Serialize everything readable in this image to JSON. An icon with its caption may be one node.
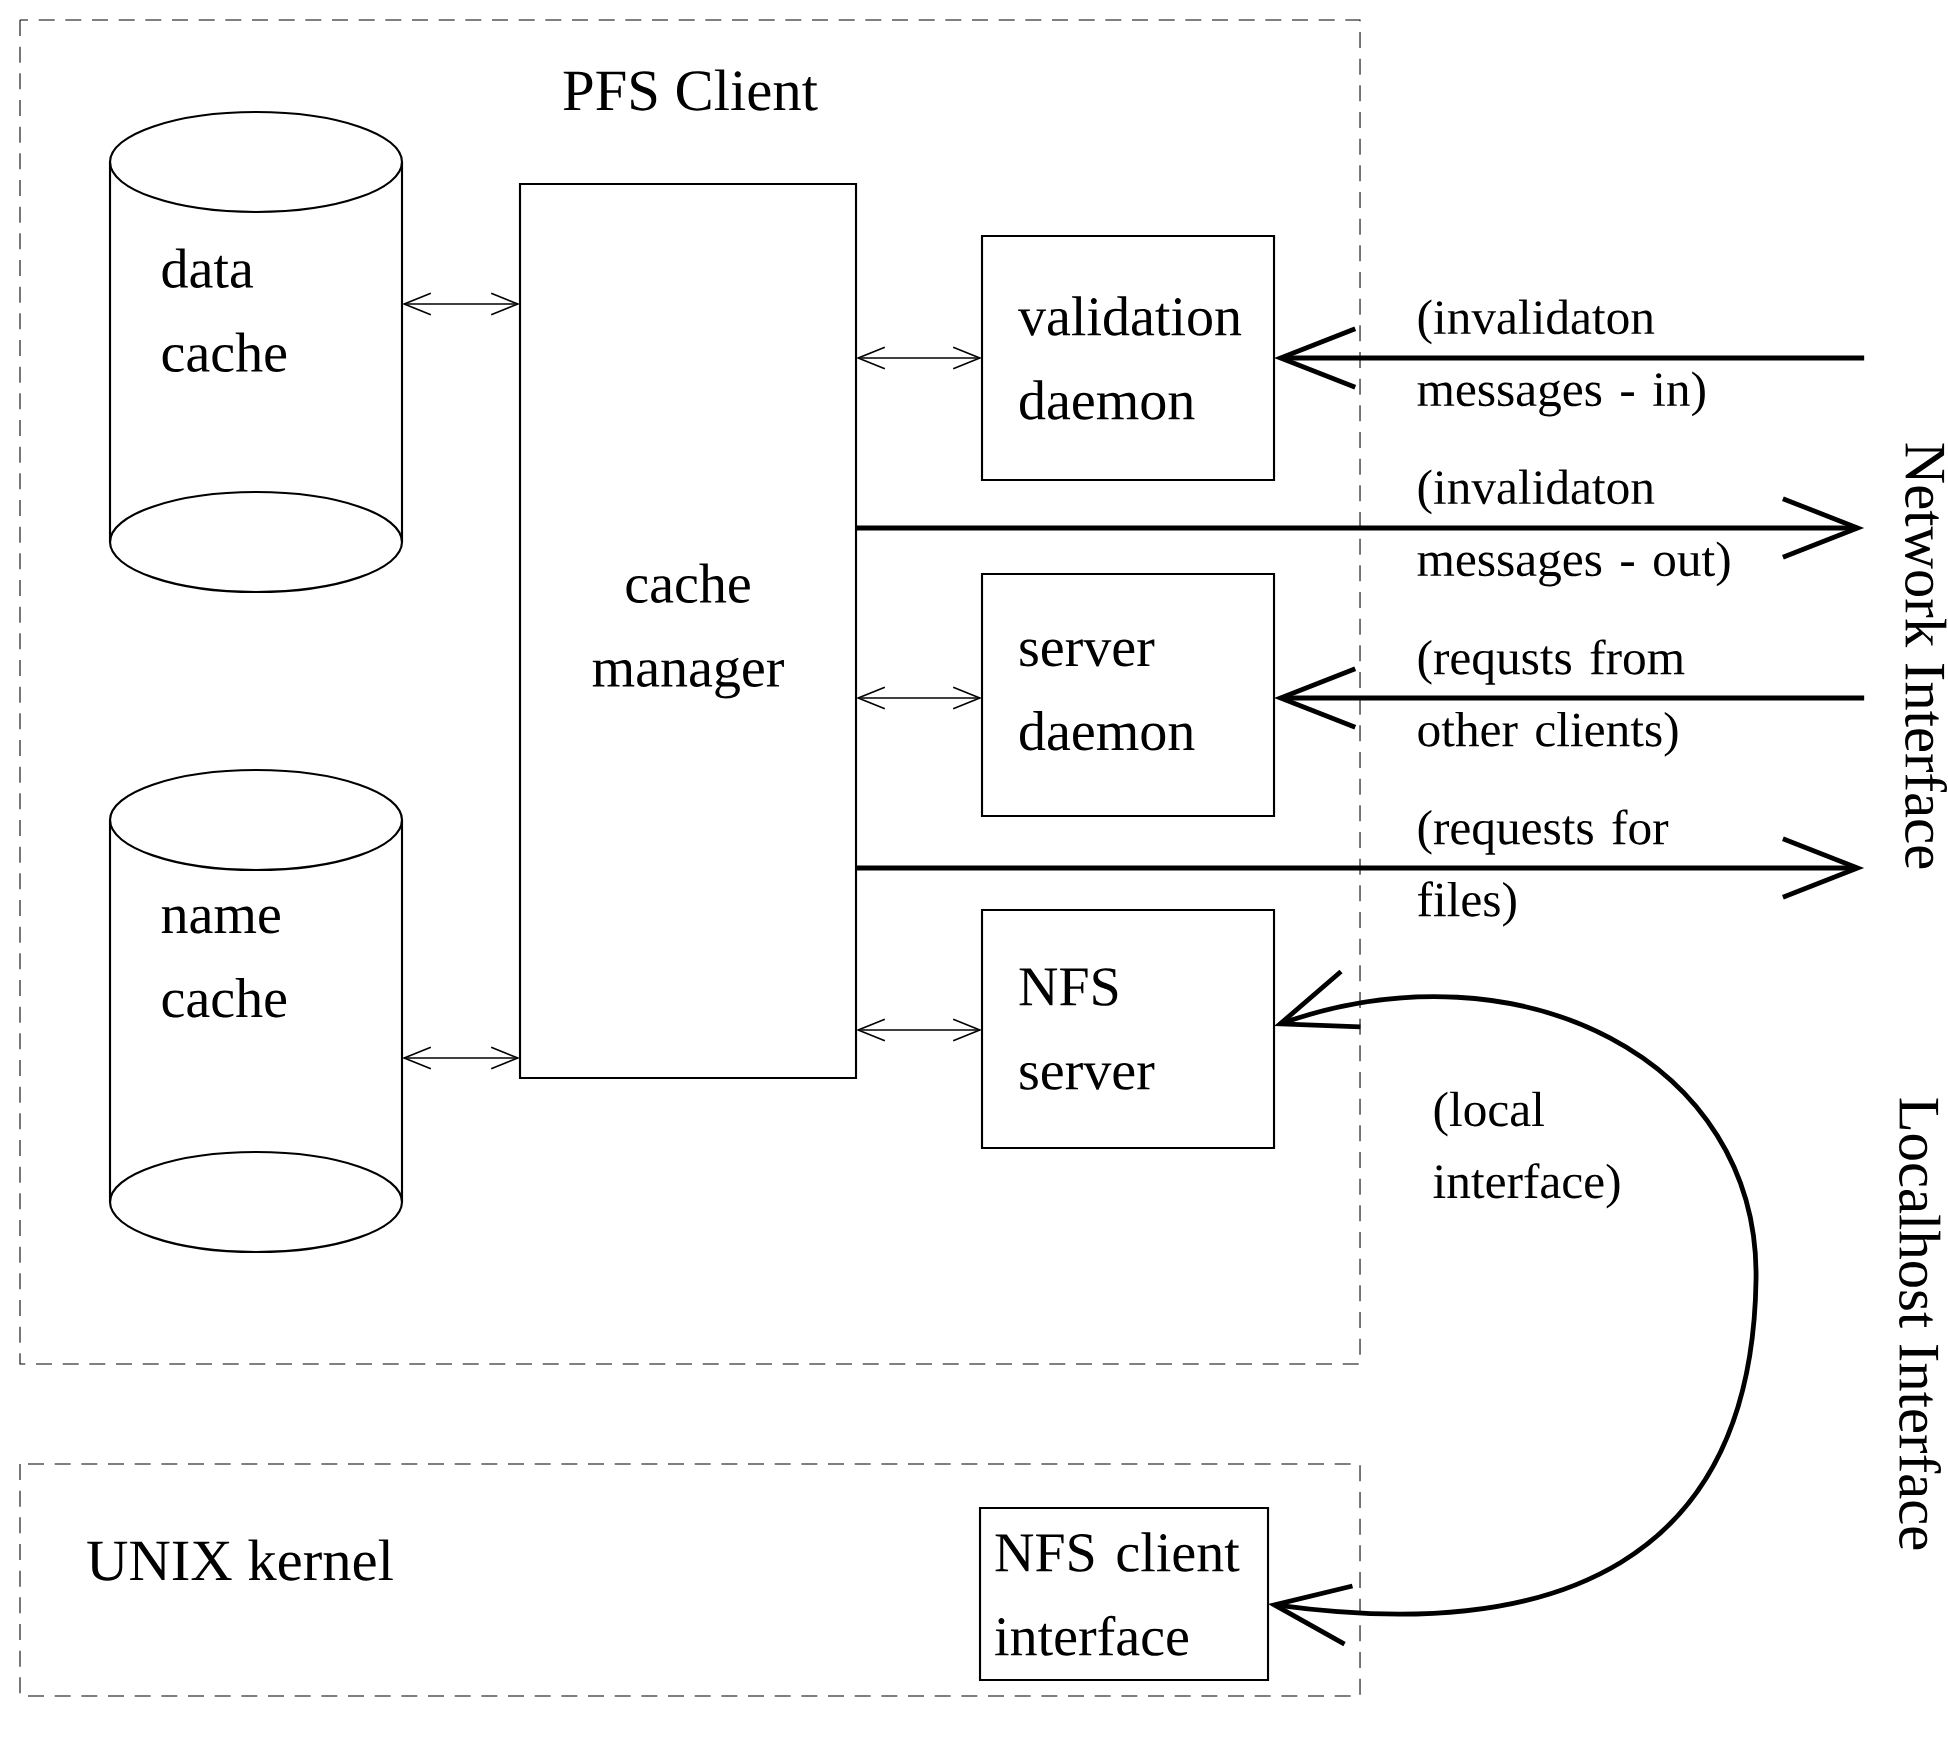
{
  "diagram": {
    "nodes": [
      {
        "text": [
          "PFS Client"
        ]
      },
      {
        "text": [
          "data cache"
        ],
        "in": 0
      },
      {
        "text": [
          "name cache"
        ],
        "in": 0
      },
      {
        "text": [
          "cache manager"
        ],
        "in": 0
      },
      {
        "text": [
          "validation daemon"
        ],
        "in": 0
      },
      {
        "text": [
          "server daemon"
        ],
        "in": 0
      },
      {
        "text": [
          "NFS server"
        ],
        "in": 0
      },
      {
        "text": [
          "UNIX kernel"
        ]
      },
      {
        "text": [
          "NFS client interface"
        ],
        "in": 7
      },
      {
        "text": [
          "Network Interface"
        ]
      }
    ],
    "edges": [
      {
        "from": 1,
        "to": 3,
        "arrow": "both"
      },
      {
        "from": 2,
        "to": 3,
        "arrow": "both"
      },
      {
        "from": 3,
        "to": 4,
        "arrow": "both"
      },
      {
        "from": 3,
        "to": 5,
        "arrow": "both"
      },
      {
        "from": 3,
        "to": 6,
        "arrow": "both"
      },
      {
        "from": 9,
        "to": 4,
        "arrow": "to",
        "label": "(invalidaton messages - in)",
        "style": "thick"
      },
      {
        "from": 3,
        "to": 9,
        "arrow": "to",
        "label": "(invalidaton messages - out)",
        "style": "thick"
      },
      {
        "from": 9,
        "to": 5,
        "arrow": "to",
        "label": "(requsts from other clients)",
        "style": "thick"
      },
      {
        "from": 3,
        "to": 9,
        "arrow": "to",
        "label": "(requests for files)",
        "style": "thick"
      },
      {
        "from": 6,
        "to": 8,
        "arrow": "both",
        "label": "(local interface)",
        "style": "thick"
      }
    ],
    "labels": [
      "Localhost Interface"
    ]
  }
}
